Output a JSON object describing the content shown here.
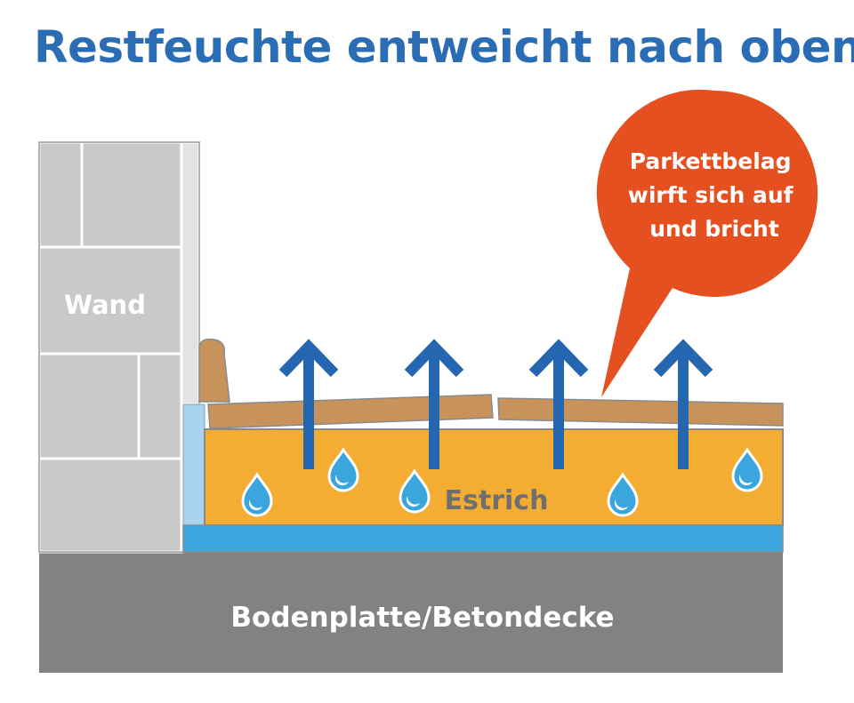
{
  "title": "Restfeuchte entweicht nach oben",
  "labels": {
    "wall": "Wand",
    "screed": "Estrich",
    "base": "Bodenplatte/Betondecke",
    "callout": [
      "Parkettbelag",
      "wirft sich auf",
      "und bricht"
    ]
  },
  "colors": {
    "title": "#2a6db5",
    "wall": "#c9c9c9",
    "base": "#828282",
    "screed": "#f4ad33",
    "membrane": "#3aa6dd",
    "parquet": "#c8935b",
    "arrow": "#2467b0",
    "callout": "#e4501f",
    "drop": "#3aa6dd"
  },
  "icons": [
    "arrow-up-icon",
    "water-drop-icon"
  ]
}
